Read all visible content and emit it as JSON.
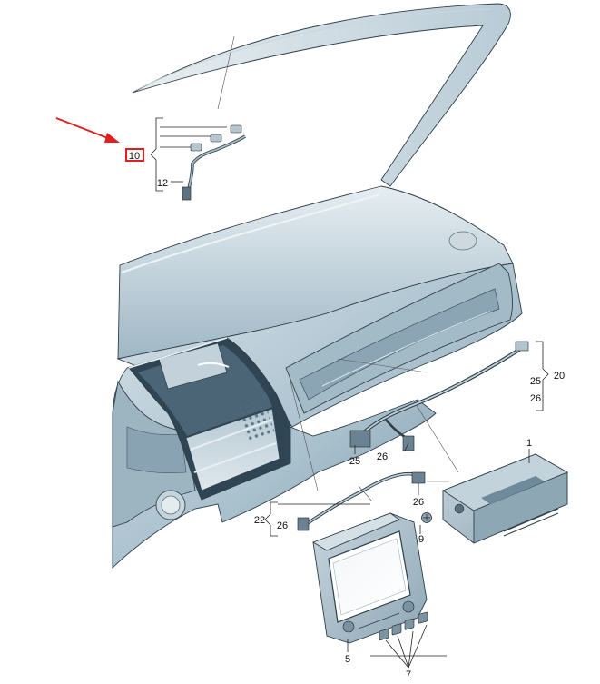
{
  "diagram": {
    "accent_color": "#e02020",
    "dash_fill": "#b9ccd6",
    "dash_shadow": "#7f9aaa",
    "highlighted_part": "10",
    "callouts": {
      "c1": "1",
      "c5": "5",
      "c7": "7",
      "c9": "9",
      "c10": "10",
      "c12": "12",
      "c20": "20",
      "c22": "22",
      "c25a": "25",
      "c25b": "25",
      "c26a": "26",
      "c26b": "26",
      "c26c": "26",
      "c26d": "26"
    }
  }
}
